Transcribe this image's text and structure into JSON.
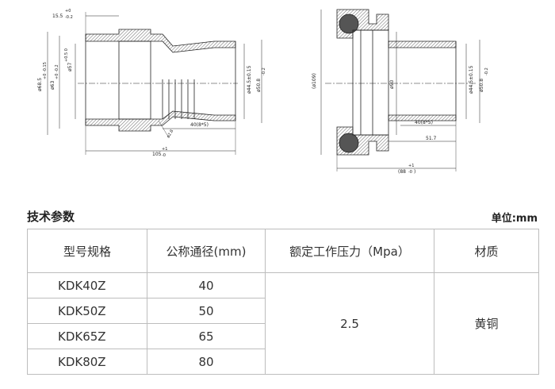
{
  "drawing": {
    "left_dims": {
      "top_offset": "15.5",
      "top_offset_tol_upper": "+0",
      "top_offset_tol_lower": "-0.2",
      "dia_68": "ø68.5",
      "dia_68_tol": "+0 -0.15",
      "dia_63": "ø63",
      "dia_63_tol": "+0 -0.2",
      "dia_57": "ø57",
      "dia_57_tol": "+0.5 0",
      "dia_44": "ø44.5±0.15",
      "dia_50": "ø50.8",
      "dia_50_tol": "-0.2",
      "fillet": "ø2.8",
      "barb_len": "40(8*5)",
      "overall_len": "105",
      "overall_len_tol_upper": "+1",
      "overall_len_tol_lower": "-0"
    },
    "right_dims": {
      "dia_109": "(ø109)",
      "dia_90": "ø90",
      "dia_44": "ø44.5±0.15",
      "dia_50": "ø50.8",
      "dia_50_tol": "-0.2",
      "barb_len": "40(8*5)",
      "len_51": "51.7",
      "overall_len": "(88",
      "overall_len_close": ")",
      "overall_len_tol_upper": "+1",
      "overall_len_tol_lower": "-0"
    }
  },
  "section_title": "技术参数",
  "unit_label": "单位:mm",
  "table": {
    "headers": [
      "型号规格",
      "公称通径(mm)",
      "额定工作压力（Mpa）",
      "材质"
    ],
    "rows": [
      {
        "model": "KDK40Z",
        "diameter": "40"
      },
      {
        "model": "KDK50Z",
        "diameter": "50"
      },
      {
        "model": "KDK65Z",
        "diameter": "65"
      },
      {
        "model": "KDK80Z",
        "diameter": "80"
      }
    ],
    "pressure": "2.5",
    "material": "黄铜"
  }
}
